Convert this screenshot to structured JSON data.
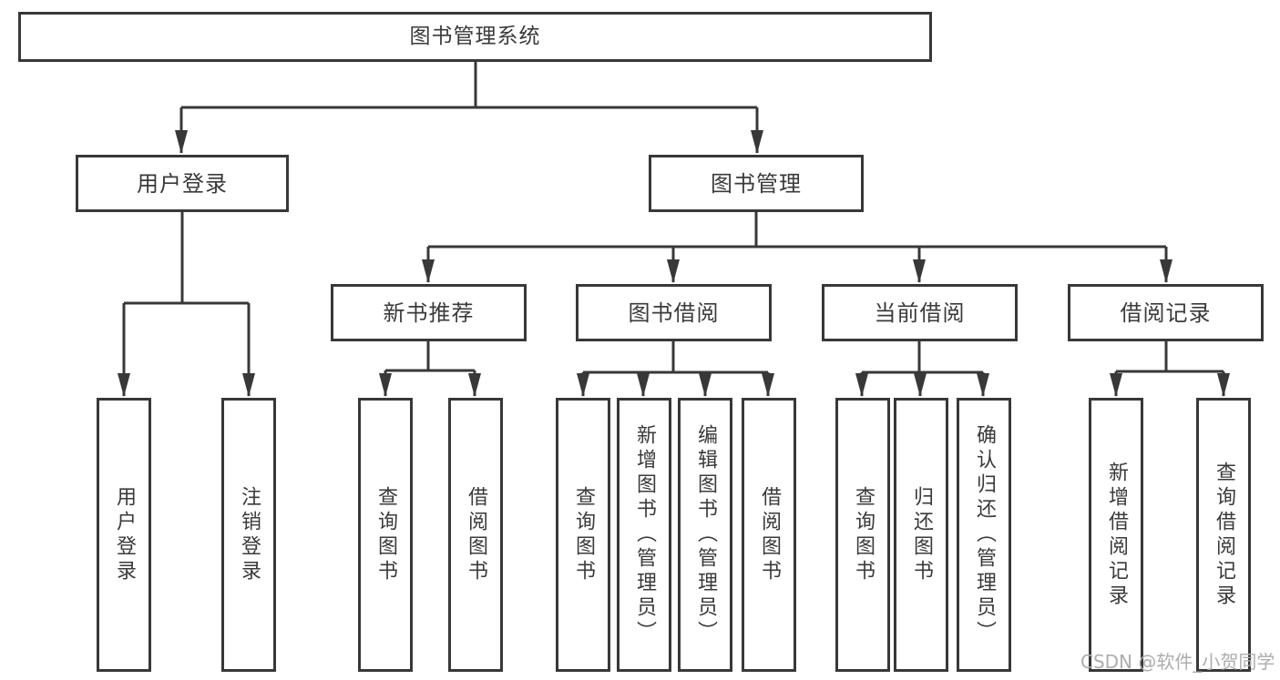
{
  "diagram": {
    "title": "图书管理系统",
    "watermark": "CSDN @软件_小贺同学",
    "colors": {
      "line": "#383838",
      "box_border": "#383838",
      "text": "#3a3a3a",
      "watermark": "#aeacac",
      "background": "#ffffff"
    },
    "nodes": {
      "root": {
        "label": "图书管理系统"
      },
      "user_login": {
        "label": "用户登录"
      },
      "book_management": {
        "label": "图书管理"
      },
      "new_book_recommend": {
        "label": "新书推荐"
      },
      "book_borrow": {
        "label": "图书借阅"
      },
      "current_borrow": {
        "label": "当前借阅"
      },
      "borrow_record": {
        "label": "借阅记录"
      },
      "leaf_user_login": {
        "label": "用户登录"
      },
      "leaf_logout": {
        "label": "注销登录"
      },
      "leaf_nb_query_book": {
        "label": "查询图书"
      },
      "leaf_nb_borrow_book": {
        "label": "借阅图书"
      },
      "leaf_bb_query_book": {
        "label": "查询图书"
      },
      "leaf_bb_add_book_admin": {
        "label": "新增图书（管理员）"
      },
      "leaf_bb_edit_book_admin": {
        "label": "编辑图书（管理员）"
      },
      "leaf_bb_borrow_book": {
        "label": "借阅图书"
      },
      "leaf_cb_query_book": {
        "label": "查询图书"
      },
      "leaf_cb_return_book": {
        "label": "归还图书"
      },
      "leaf_cb_confirm_return_admin": {
        "label": "确认归还（管理员）"
      },
      "leaf_br_add_record": {
        "label": "新增借阅记录"
      },
      "leaf_br_query_record": {
        "label": "查询借阅记录"
      }
    },
    "structure": [
      {
        "parent": "图书管理系统",
        "children": [
          "用户登录",
          "图书管理"
        ]
      },
      {
        "parent": "用户登录",
        "children": [
          "用户登录",
          "注销登录"
        ]
      },
      {
        "parent": "图书管理",
        "children": [
          "新书推荐",
          "图书借阅",
          "当前借阅",
          "借阅记录"
        ]
      },
      {
        "parent": "新书推荐",
        "children": [
          "查询图书",
          "借阅图书"
        ]
      },
      {
        "parent": "图书借阅",
        "children": [
          "查询图书",
          "新增图书（管理员）",
          "编辑图书（管理员）",
          "借阅图书"
        ]
      },
      {
        "parent": "当前借阅",
        "children": [
          "查询图书",
          "归还图书",
          "确认归还（管理员）"
        ]
      },
      {
        "parent": "借阅记录",
        "children": [
          "新增借阅记录",
          "查询借阅记录"
        ]
      }
    ]
  }
}
